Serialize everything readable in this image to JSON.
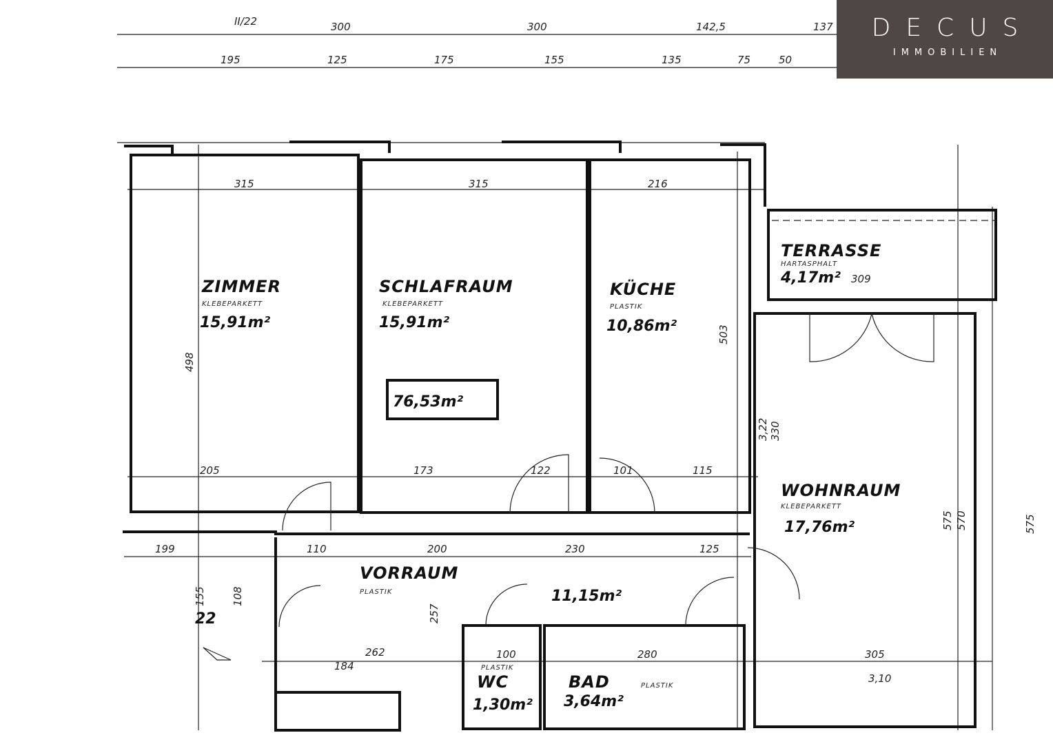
{
  "logo": {
    "brand": "DECUS",
    "sub": "IMMOBILIEN"
  },
  "total_area": "76,53m²",
  "rooms": {
    "zimmer": {
      "name": "ZIMMER",
      "floor": "KLEBEPARKETT",
      "area": "15,91m²"
    },
    "schlafraum": {
      "name": "SCHLAFRAUM",
      "floor": "KLEBEPARKETT",
      "area": "15,91m²"
    },
    "kueche": {
      "name": "KÜCHE",
      "floor": "PLASTIK",
      "area": "10,86m²"
    },
    "terrasse": {
      "name": "TERRASSE",
      "floor": "HARTASPHALT",
      "area": "4,17m²"
    },
    "wohnraum": {
      "name": "WOHNRAUM",
      "floor": "KLEBEPARKETT",
      "area": "17,76m²"
    },
    "vorraum": {
      "name": "VORRAUM",
      "floor": "PLASTIK",
      "area": "11,15m²"
    },
    "wc": {
      "name": "WC",
      "floor": "PLASTIK",
      "area": "1,30m²"
    },
    "bad": {
      "name": "BAD",
      "floor": "PLASTIK",
      "area": "3,64m²"
    }
  },
  "stair_number": "22",
  "dimensions": {
    "top1": [
      "II/22",
      "300",
      "300",
      "142,5",
      "137"
    ],
    "top2": [
      "195",
      "125",
      "175",
      "155",
      "135",
      "75",
      "50"
    ],
    "inner_top": [
      "315",
      "315",
      "216",
      "309"
    ],
    "mid": [
      "205",
      "173",
      "122",
      "101",
      "115"
    ],
    "corridor": [
      "199",
      "110",
      "200",
      "230",
      "125"
    ],
    "lower": [
      "262",
      "184",
      "100",
      "280",
      "305",
      "3,10"
    ],
    "vertical": [
      "498",
      "503",
      "330",
      "3,22",
      "575",
      "570",
      "575",
      "257",
      "155",
      "108"
    ]
  }
}
